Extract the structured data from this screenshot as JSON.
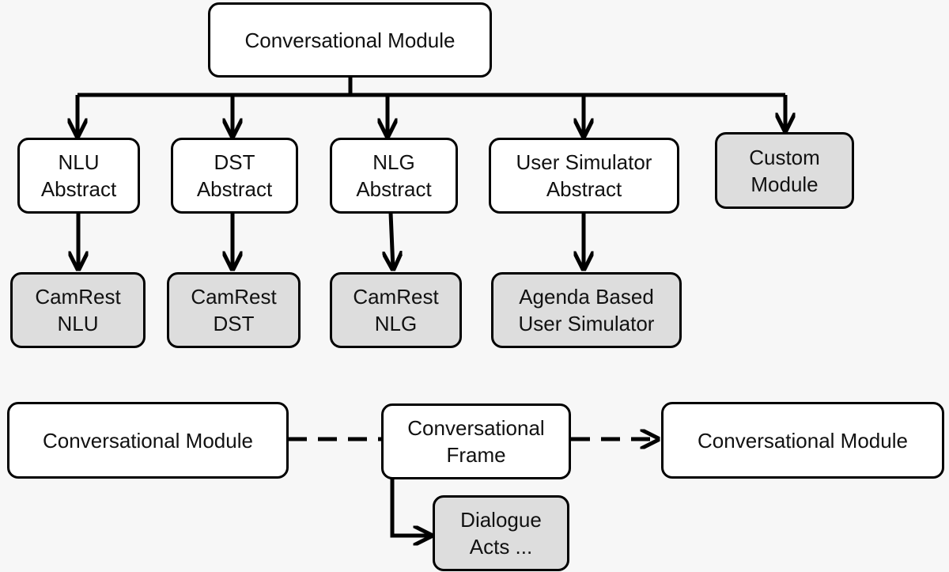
{
  "top": {
    "root": "Conversational Module",
    "abstracts": [
      {
        "lines": [
          "NLU",
          "Abstract"
        ]
      },
      {
        "lines": [
          "DST",
          "Abstract"
        ]
      },
      {
        "lines": [
          "NLG",
          "Abstract"
        ]
      },
      {
        "lines": [
          "User Simulator",
          "Abstract"
        ]
      },
      {
        "lines": [
          "Custom",
          "Module"
        ]
      }
    ],
    "implementations": [
      {
        "lines": [
          "CamRest",
          "NLU"
        ]
      },
      {
        "lines": [
          "CamRest",
          "DST"
        ]
      },
      {
        "lines": [
          "CamRest",
          "NLG"
        ]
      },
      {
        "lines": [
          "Agenda Based",
          "User Simulator"
        ]
      }
    ]
  },
  "bottom": {
    "left": "Conversational Module",
    "frame": [
      "Conversational",
      "Frame"
    ],
    "right": "Conversational Module",
    "acts": [
      "Dialogue",
      "Acts ..."
    ]
  },
  "colors": {
    "node_fill": "#ffffff",
    "concrete_fill": "#dddddd",
    "stroke": "#000000",
    "background": "#f7f7f7"
  }
}
